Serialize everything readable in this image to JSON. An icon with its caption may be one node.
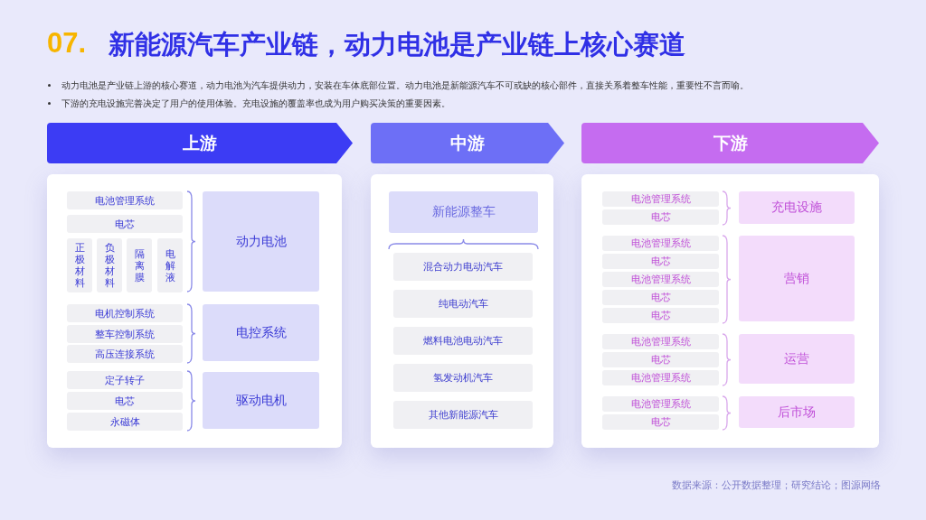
{
  "diagram": {
    "title": "新能源汽车产业链，动力电池是产业链上核心赛道",
    "nodes": [
      {
        "text": [
          "上游"
        ]
      },
      {
        "text": [
          "中游"
        ]
      },
      {
        "text": [
          "下游"
        ]
      },
      {
        "text": [],
        "shape": "box"
      },
      {
        "text": [
          "电池管理系统"
        ],
        "in": 3
      },
      {
        "text": [
          "电芯"
        ],
        "in": 3
      },
      {
        "text": [
          "正极材料"
        ],
        "in": 3
      },
      {
        "text": [
          "负极材料"
        ],
        "in": 3
      },
      {
        "text": [
          "隔离膜"
        ],
        "in": 3
      },
      {
        "text": [
          "电解液"
        ],
        "in": 3
      },
      {
        "text": [
          "动力电池"
        ],
        "in": 3
      },
      {
        "text": [
          "电机控制系统"
        ],
        "in": 3
      },
      {
        "text": [
          "整车控制系统"
        ],
        "in": 3
      },
      {
        "text": [
          "高压连接系统"
        ],
        "in": 3
      },
      {
        "text": [
          "电控系统"
        ],
        "in": 3
      },
      {
        "text": [
          "定子转子"
        ],
        "in": 3
      },
      {
        "text": [
          "电芯"
        ],
        "in": 3
      },
      {
        "text": [
          "永磁体"
        ],
        "in": 3
      },
      {
        "text": [
          "驱动电机"
        ],
        "in": 3
      },
      {
        "text": [],
        "shape": "box"
      },
      {
        "text": [
          "新能源整车"
        ],
        "in": 19
      },
      {
        "text": [
          "混合动力电动汽车"
        ],
        "in": 19
      },
      {
        "text": [
          "纯电动汽车"
        ],
        "in": 19
      },
      {
        "text": [
          "燃料电池电动汽车"
        ],
        "in": 19
      },
      {
        "text": [
          "氢发动机汽车"
        ],
        "in": 19
      },
      {
        "text": [
          "其他新能源汽车"
        ],
        "in": 19
      },
      {
        "text": [],
        "shape": "box"
      },
      {
        "text": [
          "电池管理系统"
        ],
        "in": 26
      },
      {
        "text": [
          "电芯"
        ],
        "in": 26
      },
      {
        "text": [
          "充电设施"
        ],
        "in": 26
      },
      {
        "text": [
          "电池管理系统"
        ],
        "in": 26
      },
      {
        "text": [
          "电芯"
        ],
        "in": 26
      },
      {
        "text": [
          "电池管理系统"
        ],
        "in": 26
      },
      {
        "text": [
          "电芯"
        ],
        "in": 26
      },
      {
        "text": [
          "电芯"
        ],
        "in": 26
      },
      {
        "text": [
          "营销"
        ],
        "in": 26
      },
      {
        "text": [
          "电池管理系统"
        ],
        "in": 26
      },
      {
        "text": [
          "电芯"
        ],
        "in": 26
      },
      {
        "text": [
          "电池管理系统"
        ],
        "in": 26
      },
      {
        "text": [
          "运营"
        ],
        "in": 26
      },
      {
        "text": [
          "电池管理系统"
        ],
        "in": 26
      },
      {
        "text": [
          "电芯"
        ],
        "in": 26
      },
      {
        "text": [
          "后市场"
        ],
        "in": 26
      }
    ],
    "labels": [
      "07.",
      "动力电池是产业链上游的核心赛道，动力电池为汽车提供动力，安装在车体底部位置。动力电池是新能源汽车不可或缺的核心部件，直接关系着整车性能，重要性不言而喻。",
      "下游的充电设施完善决定了用户的使用体验。充电设施的覆盖率也成为用户购买决策的重要因素。",
      "数据来源：公开数据整理；研究结论；图源网络"
    ]
  }
}
